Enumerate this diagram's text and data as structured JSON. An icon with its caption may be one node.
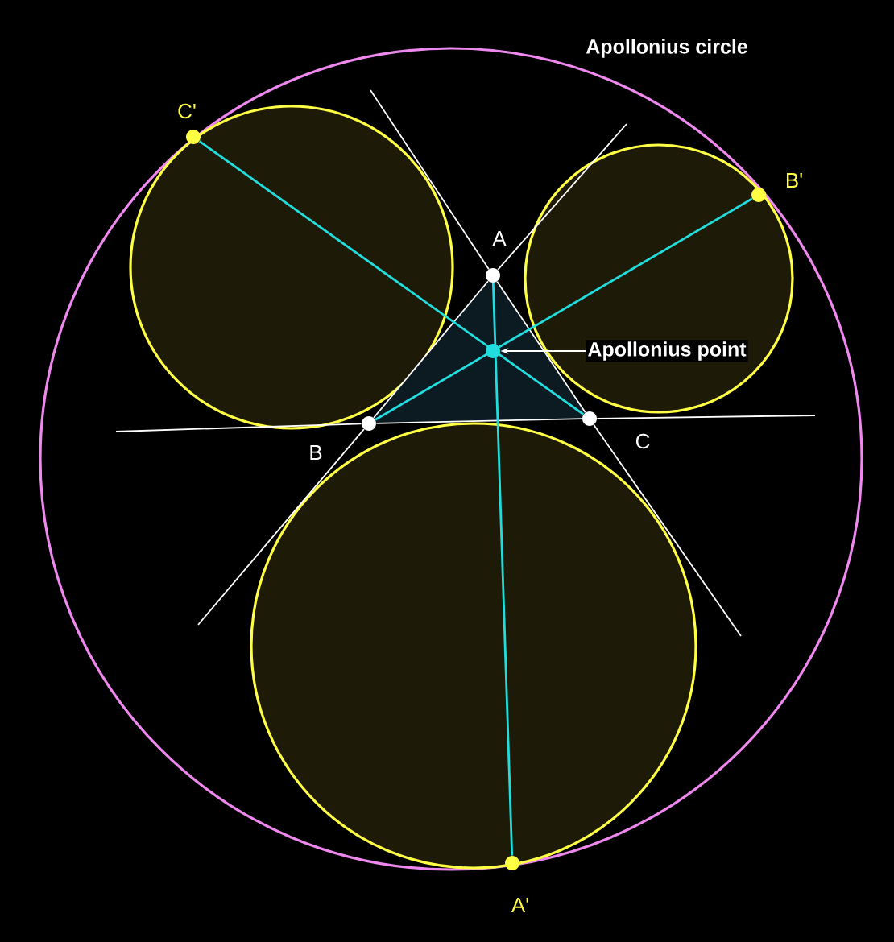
{
  "diagram": {
    "nodes": [
      {
        "text": [],
        "shape": "circle",
        "beside": [
          "A"
        ]
      },
      {
        "text": [],
        "shape": "circle",
        "beside": [
          "B"
        ]
      },
      {
        "text": [],
        "shape": "circle",
        "beside": [
          "C"
        ]
      },
      {
        "text": [],
        "shape": "circle",
        "beside": [
          "A'"
        ]
      },
      {
        "text": [],
        "shape": "circle",
        "beside": [
          "B'"
        ]
      },
      {
        "text": [],
        "shape": "circle",
        "beside": [
          "C'"
        ]
      },
      {
        "text": [],
        "shape": "circle"
      },
      {
        "text": [
          "Apollonius point"
        ]
      }
    ],
    "edges": [
      {
        "from": 0,
        "to": 1,
        "arrow": "none"
      },
      {
        "from": 1,
        "to": 2,
        "arrow": "none"
      },
      {
        "from": 2,
        "to": 0,
        "arrow": "none"
      },
      {
        "from": 3,
        "to": 0,
        "arrow": "none",
        "color": "#22dddd"
      },
      {
        "from": 4,
        "to": 1,
        "arrow": "none",
        "color": "#22dddd"
      },
      {
        "from": 5,
        "to": 2,
        "arrow": "none",
        "color": "#22dddd"
      },
      {
        "from": 7,
        "to": 6,
        "arrow": "to"
      },
      {
        "from": 0,
        "to": null,
        "arrow": "none"
      },
      {
        "from": 0,
        "to": null,
        "arrow": "none"
      },
      {
        "from": 1,
        "to": null,
        "arrow": "none"
      },
      {
        "from": 1,
        "to": null,
        "arrow": "none"
      },
      {
        "from": 2,
        "to": null,
        "arrow": "none"
      },
      {
        "from": 2,
        "to": null,
        "arrow": "none"
      }
    ],
    "labels": [
      "Apollonius circle"
    ]
  }
}
